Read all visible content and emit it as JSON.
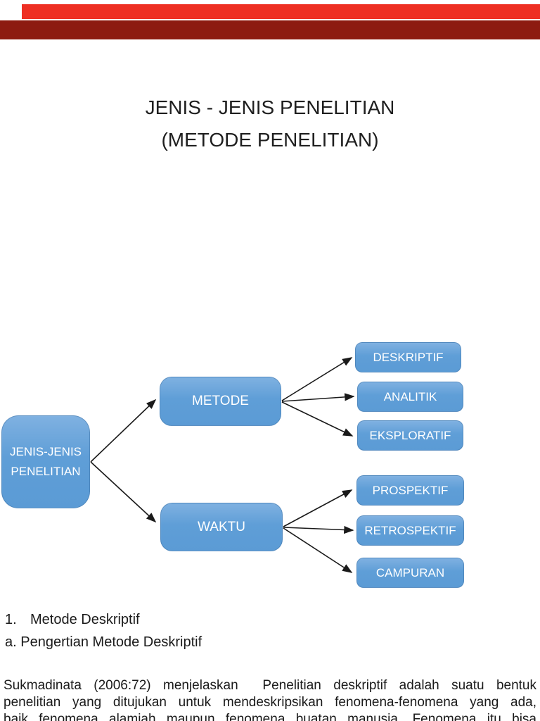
{
  "viewer": {
    "top_bar_color": "#ee2f23",
    "secondary_bar_color": "#8d1b11"
  },
  "slide": {
    "title": {
      "line1": "JENIS - JENIS PENELITIAN",
      "line2": "(METODE PENELITIAN)"
    },
    "diagram": {
      "box_color": "#5b9bd5",
      "arrow_color": "#1a1a1a",
      "root": {
        "line1": "JENIS-JENIS",
        "line2": "PENELITIAN"
      },
      "branches": [
        {
          "label": "METODE",
          "children": [
            "DESKRIPTIF",
            "ANALITIK",
            "EKSPLORATIF"
          ]
        },
        {
          "label": "WAKTU",
          "children": [
            "PROSPEKTIF",
            "RETROSPEKTIF",
            "CAMPURAN"
          ]
        }
      ]
    },
    "body": {
      "list_number": "1.",
      "list_title": "Metode Deskriptif",
      "sub_heading": "a. Pengertian Metode Deskriptif",
      "paragraph_lines": [
        "Sukmadinata (2006:72) menjelaskan  Penelitian deskriptif adalah suatu bentuk",
        "penelitian yang ditujukan untuk mendeskripsikan fenomena-fenomena yang ada,",
        "baik fenomena alamiah maupun fenomena buatan manusia. Fenomena itu bisa"
      ]
    }
  }
}
